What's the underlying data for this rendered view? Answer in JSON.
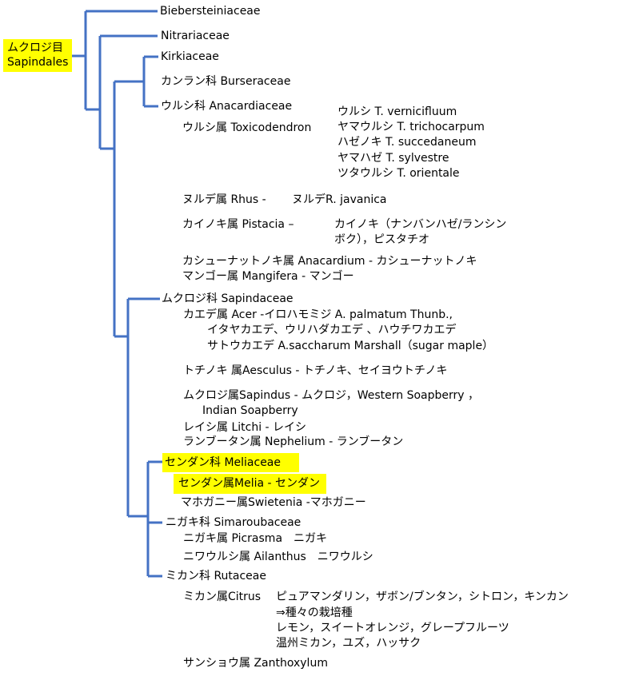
{
  "root": {
    "line1": "ムクロジ目",
    "line2": "Sapindales"
  },
  "families": {
    "biebersteiniaceae": "Biebersteiniaceae",
    "nitrariaceae": "Nitrariaceae",
    "kirkiaceae": "Kirkiaceae",
    "burseraceae": "カンラン科 Burseraceae",
    "anacardiaceae": "ウルシ科 Anacardiaceae",
    "sapindaceae": "ムクロジ科 Sapindaceae",
    "meliaceae": "センダン科 Meliaceae",
    "simaroubaceae": "ニガキ科 Simaroubaceae",
    "rutaceae": "ミカン科 Rutaceae"
  },
  "anacardiaceae": {
    "toxicodendron": {
      "genus": "ウルシ属 Toxicodendron",
      "species": [
        "ウルシ T. vernicifluum",
        "ヤマウルシ T. trichocarpum",
        "ハゼノキ T. succedaneum",
        "ヤマハゼ T. sylvestre",
        "ツタウルシ T. orientale"
      ]
    },
    "rhus": {
      "genus": "ヌルデ属 Rhus -",
      "species": "ヌルデR. javanica"
    },
    "pistacia": {
      "genus": "カイノキ属 Pistacia –",
      "species_line1": "カイノキ（ナンバンハゼ/ランシン",
      "species_line2": "ボク），ピスタチオ"
    },
    "anacardium": "カシューナットノキ属 Anacardium - カシューナットノキ",
    "mangifera": "マンゴー属 Mangifera - マンゴー"
  },
  "sapindaceae": {
    "acer_line1": "カエデ属 Acer -イロハモミジ A. palmatum Thunb.,",
    "acer_line2": "イタヤカエデ、ウリハダカエデ 、ハウチワカエデ",
    "acer_line3": "サトウカエデ A.saccharum Marshall（sugar maple）",
    "aesculus": "トチノキ 属Aesculus - トチノキ、セイヨウトチノキ",
    "sapindus_line1": "ムクロジ属Sapindus - ムクロジ，Western Soapberry ，",
    "sapindus_line2": "Indian Soapberry",
    "litchi": "レイシ属 Litchi - レイシ",
    "nephelium": "ランブータン属 Nephelium - ランブータン"
  },
  "meliaceae": {
    "melia": "センダン属Melia - センダン",
    "swietenia": "マホガニー属Swietenia -マホガニー"
  },
  "simaroubaceae": {
    "picrasma": "ニガキ属 Picrasma　ニガキ",
    "ailanthus": "ニワウルシ属 Ailanthus　ニワウルシ"
  },
  "rutaceae": {
    "citrus": {
      "genus": "ミカン属Citrus",
      "line1": "ピュアマンダリン，ザボン/ブンタン，シトロン，キンカン",
      "line2": "⇒種々の栽培種",
      "line3": "レモン，スイートオレンジ，グレープフルーツ",
      "line4": "温州ミカン，ユズ，ハッサク"
    },
    "zanthoxylum": "サンショウ属 Zanthoxylum"
  },
  "colors": {
    "tree_line": "#4472c4",
    "highlight": "#ffff00"
  }
}
